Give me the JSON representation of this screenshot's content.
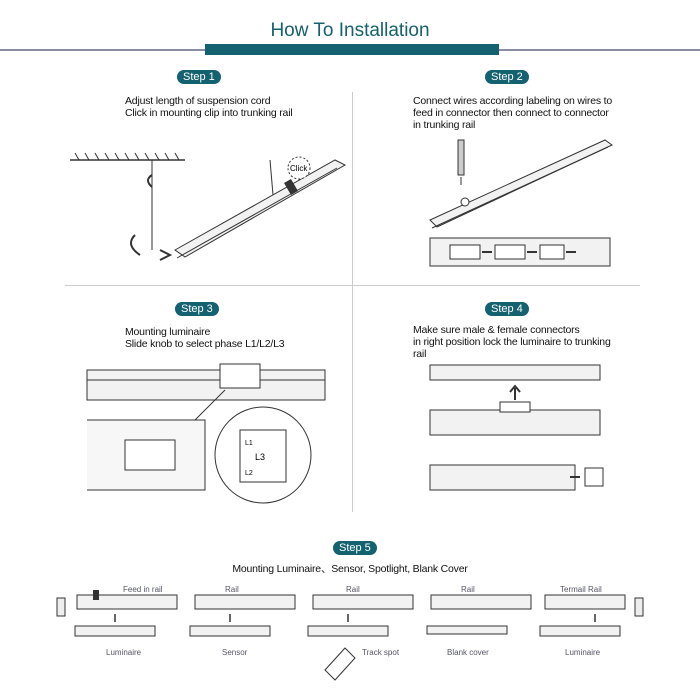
{
  "title": "How To Installation",
  "steps": [
    {
      "badge": "Step 1",
      "lines": [
        "Adjust length of suspension cord",
        "Click in mounting clip into trunking rail"
      ],
      "callout": "Click"
    },
    {
      "badge": "Step 2",
      "lines": [
        "Connect wires according labeling on wires to",
        "feed in connector then connect to connector",
        "in trunking rail"
      ]
    },
    {
      "badge": "Step 3",
      "lines": [
        "Mounting luminaire",
        "Slide knob to select phase L1/L2/L3"
      ],
      "phases": [
        "L1",
        "L2",
        "L3"
      ]
    },
    {
      "badge": "Step 4",
      "lines": [
        "Make sure male & female connectors",
        "in right position lock the luminaire to trunking",
        "rail"
      ]
    },
    {
      "badge": "Step 5",
      "subtitle": "Mounting Luminaire、Sensor, Spotlight, Blank Cover",
      "rails": [
        "Feed in rail",
        "Rail",
        "Rail",
        "Rail",
        "Termail Rail"
      ],
      "modules": [
        "Luminaire",
        "Sensor",
        "Track spot",
        "Blank cover",
        "Luminaire"
      ]
    }
  ],
  "colors": {
    "accent": "#14616f"
  }
}
